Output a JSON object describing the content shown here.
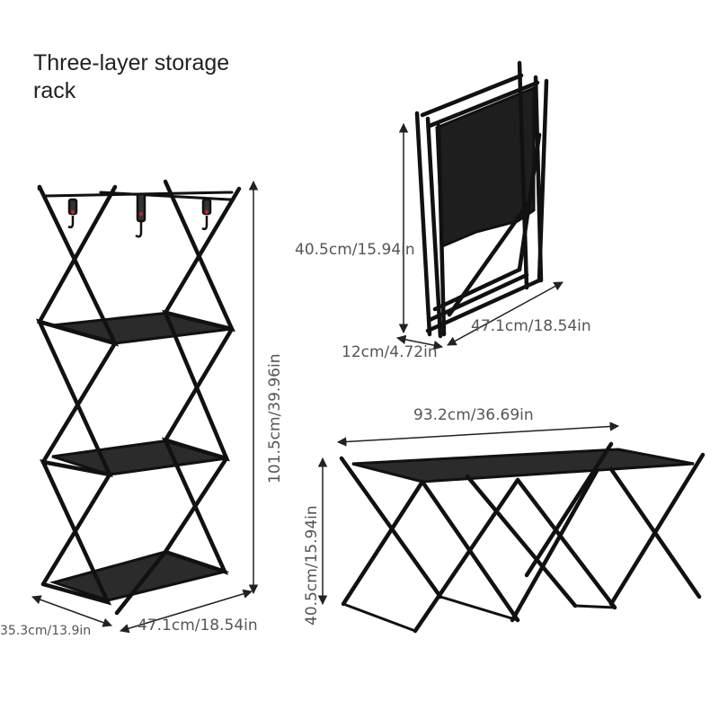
{
  "title_lines": [
    "Three-layer storage",
    "rack"
  ],
  "dimensions": {
    "rack_height": "101.5cm/39.96in",
    "rack_width": "47.1cm/18.54in",
    "rack_depth": "35.3cm/13.9in",
    "folded_height": "40.5cm/15.94in",
    "folded_width": "47.1cm/18.54in",
    "folded_depth": "12cm/4.72in",
    "table_length": "93.2cm/36.69in",
    "table_height": "40.5cm/15.94in"
  },
  "colors": {
    "frame": "#111111",
    "shelf": "#2b2b2b",
    "arrow": "#222222",
    "text": "#555555"
  }
}
